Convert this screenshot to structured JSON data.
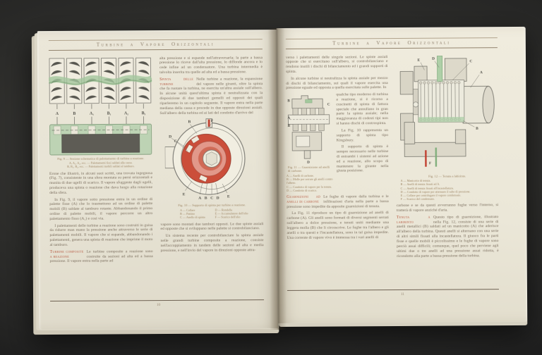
{
  "palette": {
    "background": "#2b2b29",
    "page_cream": "#ebe7d9",
    "heading_red": "#b4543c",
    "diagram_green": "#aecfa7",
    "diagram_red": "#cb4e3a",
    "body_text": "#7b6e5e"
  },
  "book": {
    "running_head": "Turbine a Vapore Orizzontali"
  },
  "left_page": {
    "page_number": "10",
    "fig9": {
      "labels": [
        "A",
        "B",
        "A₁",
        "B₁",
        "A₂",
        "B₂"
      ],
      "caption": "Fig. 9 — Sezione schematica di palettamento di turbina a reazione.",
      "legend": [
        "A, A₁, A₂, ecc. — Palettamenti fissi saldati alla cassa.",
        "B, B₁, B₂, ecc. — Palettamenti mobili saldati al tamburo."
      ]
    },
    "col1": {
      "para1": "Erone che illustrò, in alcuni suoi scritti, una trovata ingegnosa (Fig. 7), consistente in una sfera montata su perni orizzontali e munita di due ugelli di scarico. Il vapore sfuggente dagli ugelli, produceva una spinta o reazione che dava luogo alla rotazione della sfera.",
      "para2": "In Fig. 9, il vapore sotto pressione entra in un ordine di palette fisse (A) che lo trasmettono ad un ordine di palette mobili (B) saldate al tamburo rotante. Abbandonando il primo ordine di palette mobili, il vapore percorre un altro palettamento fisso (A₁) e così via.",
      "para3": "I palettamenti delle turbine a reazione sono costruiti in guisa da ridurre man mano la pressione anche attraverso le serie di palettamenti mobili. Il vapore che si espande, abbandonando i palettamenti, genera una spinta di reazione che imprime il moto al tamburo.",
      "heading": "Turbine composite a reazione",
      "para4": "Le turbine composite a reazione sono costruite da sezioni ad alta ed a bassa pressione. Il vapore entra nella parte ad"
    },
    "col2": {
      "para1": "alta pressione e si espande nell'attraversarla; la parte a bassa pressione lo riceve dall'alta pressione, lo diffonde ancora e lo cede infine ad un condensatore. Una turbina intermedia è talvolta inserita tra quelle ad alta ed a bassa pressione.",
      "heading": "Spinta delle turbine",
      "para2": "Nelle turbine a reazione, la espansione del vapore nelle giranti, oltre la spinta che fa ruotare la turbina, ne esercita un'altra assiale sull'albero. In alcune unità quest'ultima spinta è neutralizzata con la disposizione di due tamburi gemelli ed opposti dei quali riparleremo in un capitolo seguente. Il vapore entra nella parte mediana della cassa e procede in due opposte direzioni assiali. Sull'albero della turbina ed ai lati del condotto d'arrivo del",
      "fig10": {
        "caption": "Fig. 10 — Supporto di spinta per turbine a reazione.",
        "legend": [
          "A — Collare",
          "B — Pattino",
          "C — Anello di spinta",
          "D — Rondella",
          "E — Accumulatore dell'olio",
          "F — Scarico dell'olio"
        ],
        "letters": [
          "B",
          "F",
          "D",
          "C",
          "A",
          "B",
          "C",
          "D",
          "E",
          "E"
        ]
      },
      "para3": "vapore sono montati due tamburi opposti. Le due spinte assiali ed opposte che si sviluppano nelle palette si controbilanciano.",
      "para4": "Un sistema recente per controbilanciare la spinta assiale nelle grandi turbine composite a reazione, consiste nell'accoppiamento in tandem delle sezioni ad alta e media pressione, e nell'invio del vapore in direzioni opposte attra-"
    }
  },
  "right_page": {
    "page_number": "11",
    "col1": {
      "para1": "verso i palettamenti delle singole sezioni. Le spinte assiali opposte che si esercitano sull'albero, si controbilanciano e rendono inutili i dischi di bilanciamento ed i grandi supporti di spinta.",
      "para2a": "In alcune turbine si neutralizza la spinta assiale per mezzo di dischi di bilanciamento, sui quali il vapore esercita una pressione eguale ed opposta a quella esercitata sulle palette. In",
      "fig11": {
        "caption": "Fig. 11 — Guarnizione ad anelli di carbone.",
        "legend": [
          "A — Anelli di carbone.",
          "B — Molle per serrare gli anelli contro l'albero.",
          "C — Condotto di vapore per la tenuta.",
          "D — Condotto di scarico."
        ],
        "letters": [
          "B",
          "C",
          "A",
          "B",
          "D"
        ]
      },
      "para2b": "qualche tipo moderno di turbina a reazione, si è ricorso a cuscinetti di spinta di fattura speciale che annullano in gran parte la spinta assiale; nella maggioranza di codesti tipi non si hanno dischi di controspinta.",
      "para3": "La Fig. 10 rappresenta un supporto di spinta tipo Kingsbury.",
      "para4": "Il supporto di spinta è sempre necessario nelle turbine di entrambi i sistemi ad azione ed a reazione, allo scopo di mantenere la girante nella giusta posizione.",
      "heading": "Guarnizioni ad anelli di carbone",
      "para5": "Le fughe di vapore dalla turbina e le infiltrazioni d'aria nella parte a bassa pressione sono impedite da apposite guarnizioni di tenuta.",
      "para6": "La Fig. 11 riproduce un tipo di guarnizione ad anelli di carbone (A). Gli anelli sono formati di diversi segmenti serrati sull'albero a dolce pressione, e tenuti uniti mediante una leggera molla (B) che li circoscrive. Le fughe tra l'albero e gli anelli o tra questi e l'incastellatura, sono in tal guisa impedite. Una corrente di vapore vivo è immessa tra i vari anelli di"
    },
    "col2": {
      "fig12": {
        "caption": "Fig. 12 — Tenuta a labirinto.",
        "legend": [
          "A — Manicotto di tenuta.",
          "B — Anelli di tenuta fissati ad A.",
          "C — Anelli di tenuta fissati all'incastellatura.",
          "D — Condotto di vapore per attenuare il salto di pressione.",
          "E — Collare per centrifugare il vapore condensato.",
          "F — Scarico del condensato."
        ],
        "letters": [
          "E",
          "D",
          "C",
          "A",
          "B",
          "F"
        ]
      },
      "para1": "carbone e se da questi avverranno fughe verso l'interno, si tratterà di vapore anziché d'aria.",
      "heading": "Tenuta a labirinto",
      "para2": "Questo tipo di guarnizione, illustrato nella Fig. 12, consiste di una serie di anelli metallici (B) saldati ad un manicotto (A) che aderisce all'albero della turbina. Questi anelli si alternano con una serie di altri simili fissati alla incastellatura. Il giuoco fra le parti fisse e quelle mobili è piccolissimo e le fughe di vapore sono perciò assai difficili; comunque, quel poco che perviene agli ultimi due o tre anelli ad una pressione assai ridotta, è ricondotto alla parte a bassa pressione della turbina."
    }
  }
}
